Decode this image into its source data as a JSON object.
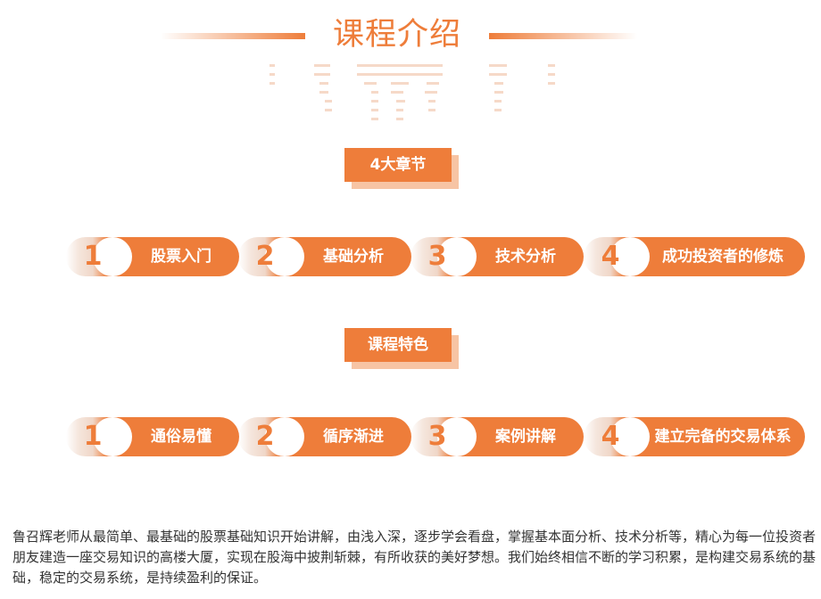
{
  "header": {
    "title": "课程介绍"
  },
  "chapters": {
    "tag": "4大章节",
    "items": [
      {
        "num": "1",
        "label": "股票入门"
      },
      {
        "num": "2",
        "label": "基础分析"
      },
      {
        "num": "3",
        "label": "技术分析"
      },
      {
        "num": "4",
        "label": "成功投资者的修炼"
      }
    ]
  },
  "features": {
    "tag": "课程特色",
    "items": [
      {
        "num": "1",
        "label": "通俗易懂"
      },
      {
        "num": "2",
        "label": "循序渐进"
      },
      {
        "num": "3",
        "label": "案例讲解"
      },
      {
        "num": "4",
        "label": "建立完备的交易体系"
      }
    ]
  },
  "description": "鲁召辉老师从最简单、最基础的股票基础知识开始讲解，由浅入深，逐步学会看盘，掌握基本面分析、技术分析等，精心为每一位投资者朋友建造一座交易知识的高楼大厦，实现在股海中披荆斩棘，有所收获的美好梦想。我们始终相信不断的学习积累，是构建交易系统的基础，稳定的交易系统，是持续盈利的保证。",
  "colors": {
    "accent": "#ee7d3a",
    "accent_light": "#f7c4a4",
    "text": "#333333"
  }
}
